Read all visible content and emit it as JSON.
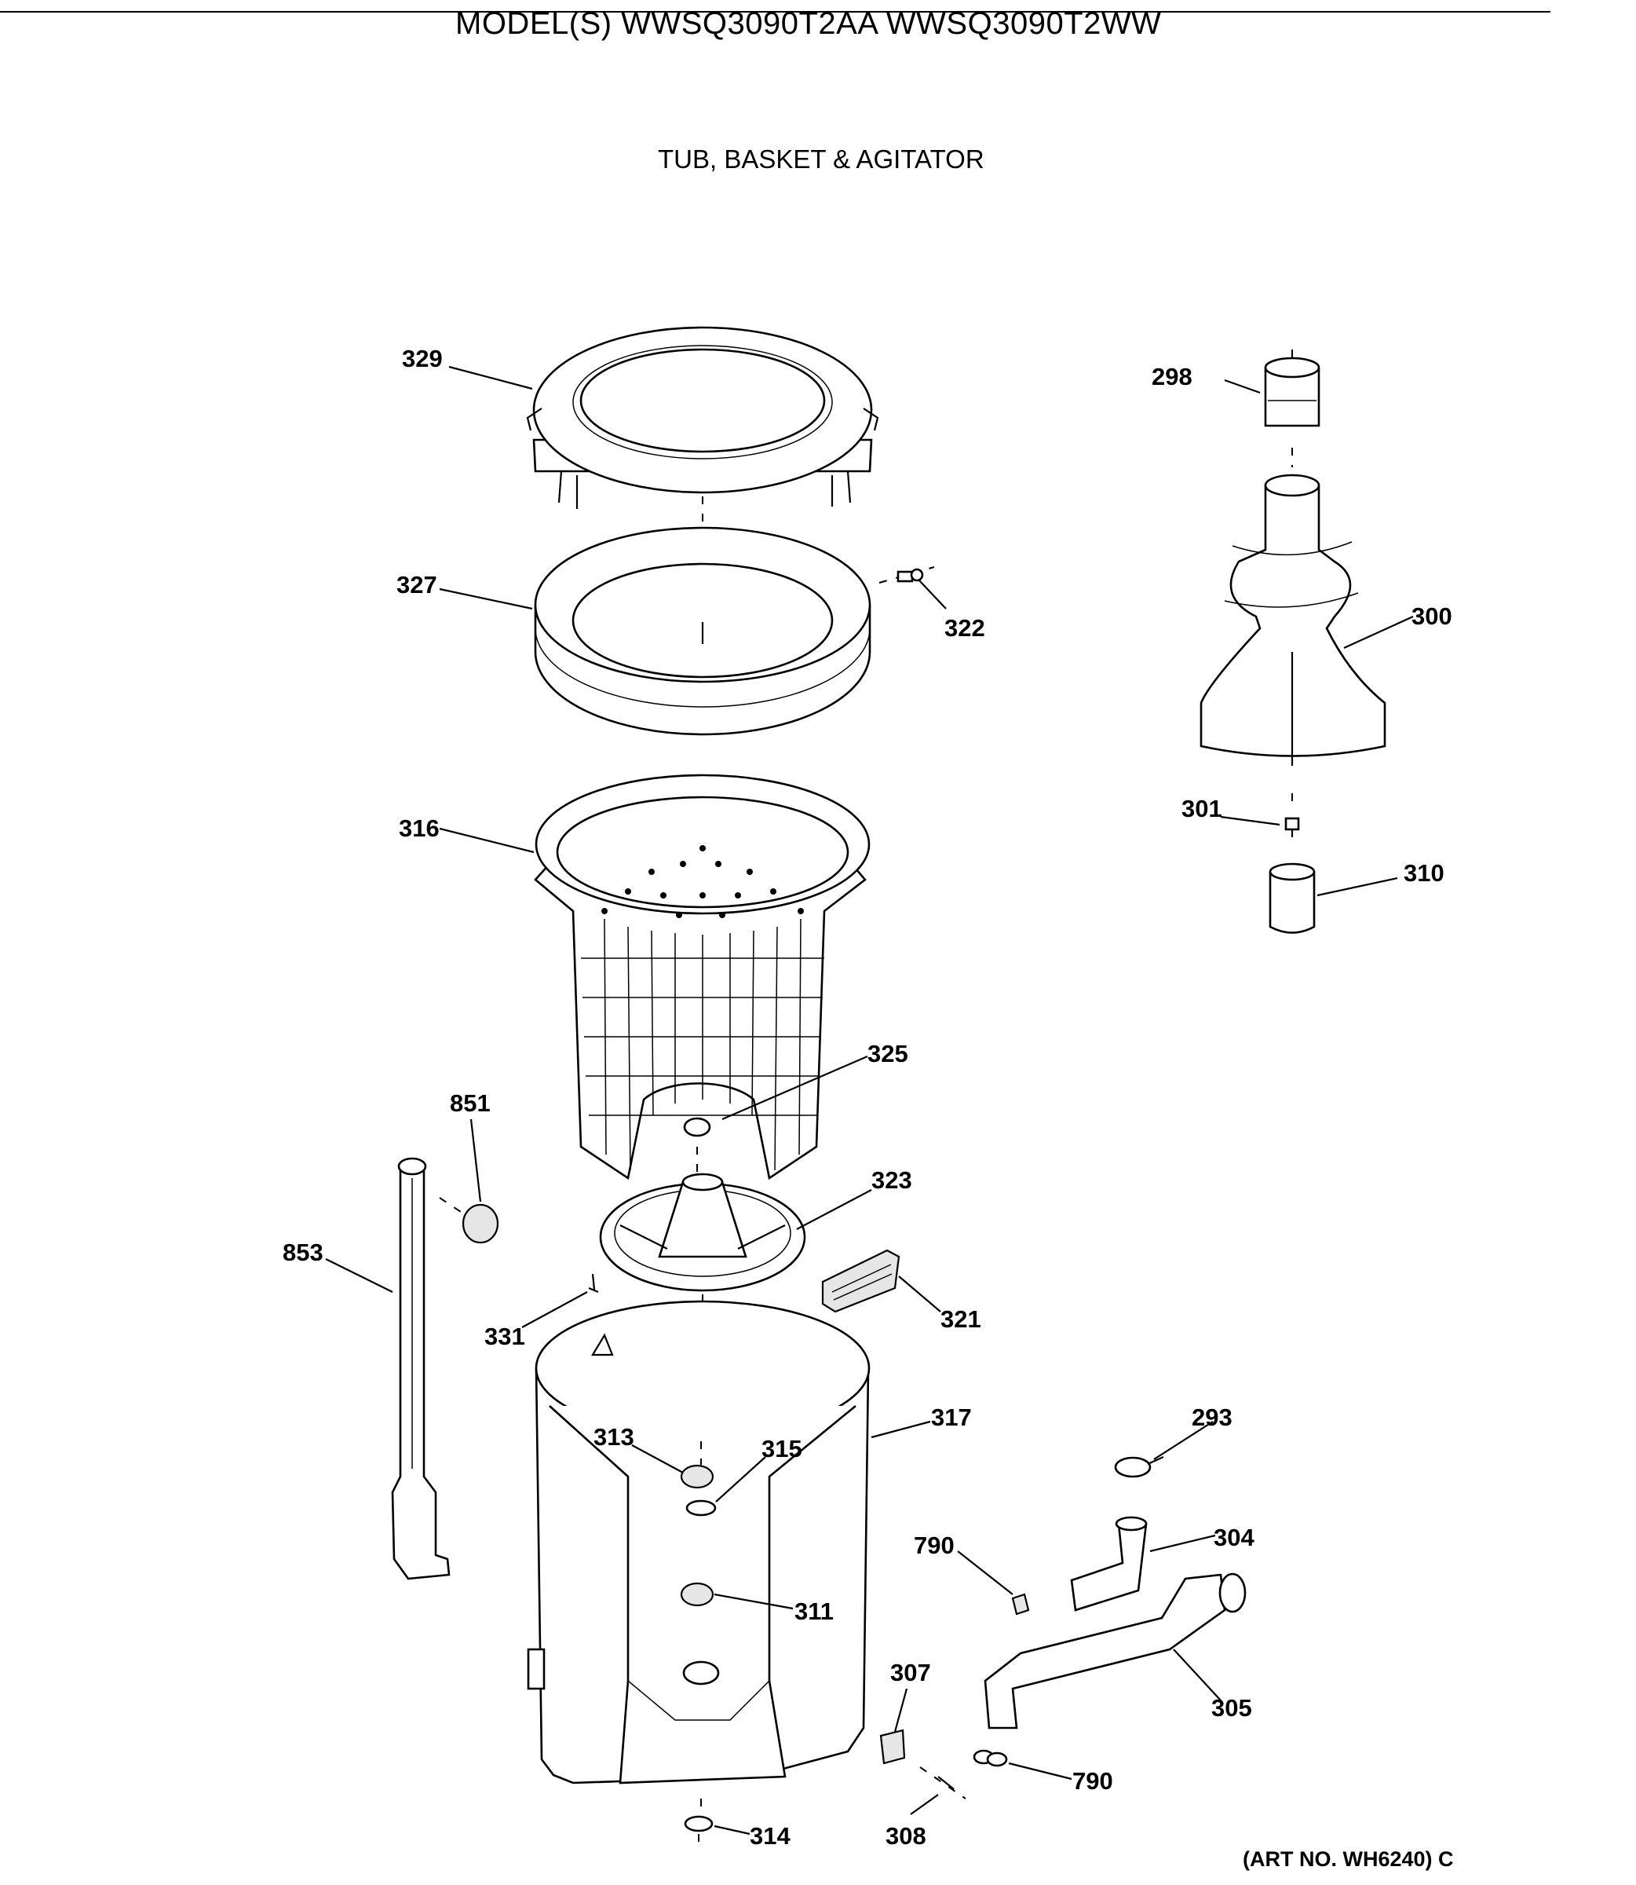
{
  "header": {
    "model": "MODEL(S) WWSQ3090T2AA  WWSQ3090T2WW",
    "title": "TUB, BASKET & AGITATOR"
  },
  "footer": {
    "art_no": "(ART NO. WH6240) C"
  },
  "callouts": {
    "c329": "329",
    "c298": "298",
    "c327": "327",
    "c322": "322",
    "c300": "300",
    "c316": "316",
    "c301": "301",
    "c310": "310",
    "c325": "325",
    "c851": "851",
    "c323": "323",
    "c853": "853",
    "c331": "331",
    "c321": "321",
    "c317": "317",
    "c293": "293",
    "c313": "313",
    "c315": "315",
    "c790a": "790",
    "c304": "304",
    "c311": "311",
    "c307": "307",
    "c305": "305",
    "c790b": "790",
    "c314": "314",
    "c308": "308"
  }
}
